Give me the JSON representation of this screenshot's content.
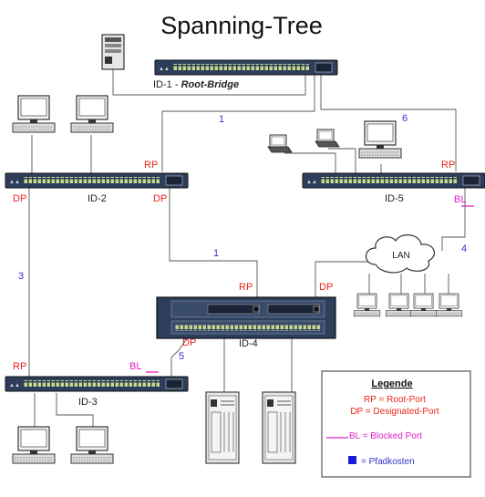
{
  "title": "Spanning-Tree",
  "switches": {
    "id1_prefix": "ID-1 - ",
    "id1_suffix": "Root-Bridge",
    "id2": "ID-2",
    "id3": "ID-3",
    "id4": "ID-4",
    "id5": "ID-5"
  },
  "ports": {
    "rp": "RP",
    "dp": "DP",
    "bl": "BL"
  },
  "costs": {
    "id1_id2": "1",
    "id1_id5": "6",
    "id2_id3": "3",
    "id2_id4": "1",
    "id3_id4": "5",
    "id5_id4": "4"
  },
  "lan_label": "LAN",
  "legend": {
    "title": "Legende",
    "rp_line": "RP = Root-Port",
    "dp_line": "DP = Designated-Port",
    "bl_line": "BL = Blocked Port",
    "cost_line": "= Pfadkosten"
  },
  "colors": {
    "root_port": "#e8241c",
    "blocked_port": "#e020c8",
    "path_cost": "#3333cc",
    "switch_body": "#2c3e5c"
  }
}
